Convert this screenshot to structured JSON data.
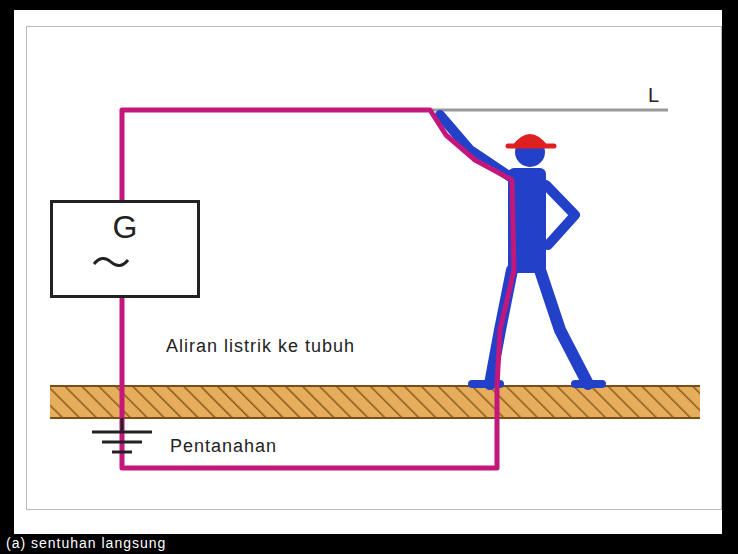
{
  "diagram": {
    "caption": "(a) sentuhan langsung",
    "nodes": [
      {
        "text": [
          "G"
        ]
      }
    ],
    "labels": [
      "L",
      "Aliran listrik ke tubuh",
      "Pentanahan"
    ]
  }
}
